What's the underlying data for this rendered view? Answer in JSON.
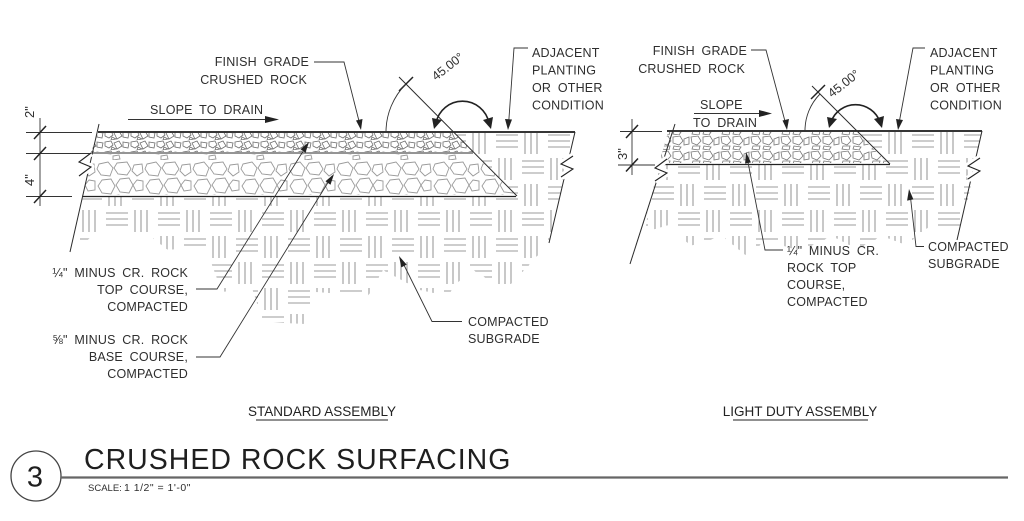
{
  "sheet": {
    "detail_number": "3",
    "title": "CRUSHED ROCK SURFACING",
    "scale_label": "SCALE:",
    "scale_value": "1 1/2\" = 1'-0\""
  },
  "standard": {
    "name": "STANDARD ASSEMBLY",
    "finish_grade_1": "FINISH GRADE",
    "finish_grade_2": "CRUSHED ROCK",
    "slope": "SLOPE TO DRAIN",
    "angle": "45.00°",
    "adjacent_1": "ADJACENT",
    "adjacent_2": "PLANTING",
    "adjacent_3": "OR OTHER",
    "adjacent_4": "CONDITION",
    "dim_top_course": "2\"",
    "dim_base_course": "4\"",
    "top_course_1": "¼\" MINUS CR. ROCK",
    "top_course_2": "TOP COURSE,",
    "top_course_3": "COMPACTED",
    "base_course_1": "⅝\" MINUS CR. ROCK",
    "base_course_2": "BASE COURSE,",
    "base_course_3": "COMPACTED",
    "subgrade_1": "COMPACTED",
    "subgrade_2": "SUBGRADE"
  },
  "light_duty": {
    "name": "LIGHT DUTY ASSEMBLY",
    "finish_grade_1": "FINISH GRADE",
    "finish_grade_2": "CRUSHED ROCK",
    "slope_1": "SLOPE",
    "slope_2": "TO DRAIN",
    "angle": "45.00°",
    "adjacent_1": "ADJACENT",
    "adjacent_2": "PLANTING",
    "adjacent_3": "OR OTHER",
    "adjacent_4": "CONDITION",
    "dim_top_course": "3\"",
    "top_course_1": "¼\" MINUS CR.",
    "top_course_2": "ROCK TOP",
    "top_course_3": "COURSE,",
    "top_course_4": "COMPACTED",
    "subgrade_1": "COMPACTED",
    "subgrade_2": "SUBGRADE"
  },
  "colors": {
    "line": "#2b2b2b",
    "hatch_gray": "#999999",
    "text": "#2e2e2e",
    "background": "#ffffff"
  }
}
